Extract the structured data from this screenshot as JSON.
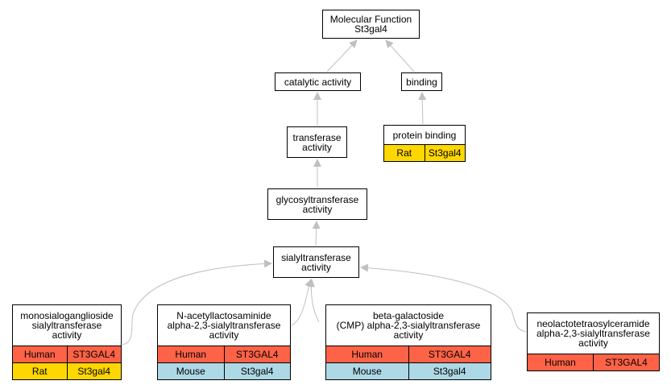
{
  "colors": {
    "edge": "#c0c0c0",
    "human": "#ff6347",
    "rat": "#ffd700",
    "mouse": "#add8e6"
  },
  "nodes": {
    "root": {
      "lines": [
        "Molecular Function",
        "St3gal4"
      ]
    },
    "catalytic": {
      "lines": [
        "catalytic activity"
      ]
    },
    "binding": {
      "lines": [
        "binding"
      ]
    },
    "transferase": {
      "lines": [
        "transferase",
        "activity"
      ]
    },
    "protein_binding": {
      "lines": [
        "protein binding"
      ],
      "rows": [
        {
          "species": "Rat",
          "gene": "St3gal4",
          "color": "rat"
        }
      ]
    },
    "glycosyl": {
      "lines": [
        "glycosyltransferase",
        "activity"
      ]
    },
    "sialyl": {
      "lines": [
        "sialyltransferase",
        "activity"
      ]
    },
    "mono": {
      "lines": [
        "monosialoganglioside",
        "sialyltransferase",
        "activity"
      ],
      "rows": [
        {
          "species": "Human",
          "gene": "ST3GAL4",
          "color": "human"
        },
        {
          "species": "Rat",
          "gene": "St3gal4",
          "color": "rat"
        }
      ]
    },
    "nacetyl": {
      "lines": [
        "N-acetyllactosaminide",
        "alpha-2,3-sialyltransferase",
        "activity"
      ],
      "rows": [
        {
          "species": "Human",
          "gene": "ST3GAL4",
          "color": "human"
        },
        {
          "species": "Mouse",
          "gene": "St3gal4",
          "color": "mouse"
        }
      ]
    },
    "betagal": {
      "lines": [
        "beta-galactoside",
        "(CMP) alpha-2,3-sialyltransferase",
        "activity"
      ],
      "rows": [
        {
          "species": "Human",
          "gene": "ST3GAL4",
          "color": "human"
        },
        {
          "species": "Mouse",
          "gene": "St3gal4",
          "color": "mouse"
        }
      ]
    },
    "neolacto": {
      "lines": [
        "neolactotetraosylceramide",
        "alpha-2,3-sialyltransferase",
        "activity"
      ],
      "rows": [
        {
          "species": "Human",
          "gene": "ST3GAL4",
          "color": "human"
        }
      ]
    }
  }
}
